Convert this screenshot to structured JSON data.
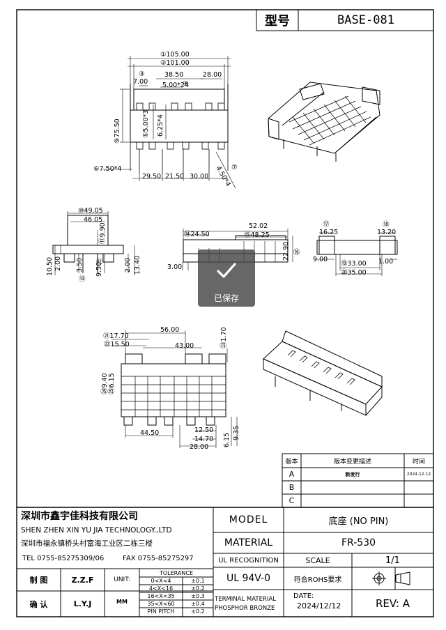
{
  "title_block": {
    "type_label": "型号",
    "model_no": "BASE-081",
    "company_cn": "深圳市鑫宇佳科技有限公司",
    "company_en": "SHEN ZHEN XIN YU JIA TECHNOLOGY.,LTD",
    "address": "深圳市福永镇桥头村富海工业区二栋三楼",
    "tel": "TEL 0755-85275309/06",
    "fax": "FAX 0755-85275297",
    "model_label": "MODEL",
    "model_value": "底座 (NO PIN)",
    "material_label": "MATERIAL",
    "material_value": "FR-530",
    "ul_label": "UL RECOGNITION",
    "ul_value": "UL 94V-0",
    "scale_label": "SCALE",
    "scale_value": "1/1",
    "rohs": "符合ROHS要求",
    "terminal_material": "TERMINAL MATERIAL",
    "terminal_value": "PHOSPHOR BRONZE",
    "date_label": "DATE:",
    "date_value": "2024/12/12",
    "rev": "REV: A",
    "draw_label": "制 图",
    "draw_name": "Z.Z.F",
    "confirm_label": "确 认",
    "confirm_name": "L.Y.J",
    "unit_label": "UNIT:",
    "unit_value": "MM",
    "tolerance_title": "TOLERANCE",
    "tolerance": [
      {
        "range": "0<X<4",
        "tol": "±0.1"
      },
      {
        "range": "4<X<16",
        "tol": "±0.2"
      },
      {
        "range": "16<X<35",
        "tol": "±0.3"
      },
      {
        "range": "35<X<60",
        "tol": "±0.4"
      },
      {
        "range": "PIN PITCH",
        "tol": "±0.2"
      }
    ]
  },
  "revision_table": {
    "headers": [
      "版本",
      "版本变更描述",
      "时间"
    ],
    "rows": [
      {
        "ver": "A",
        "desc": "新发行",
        "date": "2024.12.12"
      },
      {
        "ver": "B",
        "desc": "",
        "date": ""
      },
      {
        "ver": "C",
        "desc": "",
        "date": ""
      }
    ]
  },
  "dimensions": {
    "top_view": [
      "①105.00",
      "②101.00",
      "③",
      "38.50",
      "28.00",
      "7.00",
      "5.00*24",
      "④",
      "⑤5.00*3",
      "6.25*4",
      "⑨75.50",
      "⑥7.50*4",
      "29.50",
      "21.50",
      "30.00",
      "⑦",
      "4.50*4"
    ],
    "left_view": [
      "⑩49.05",
      "46.05",
      "⑪9.90",
      "10.50",
      "2.00",
      "3.50",
      "⑫",
      "9.50",
      "2.00",
      "13.40",
      "⑬"
    ],
    "front_view": [
      "⑭24.50",
      "52.02",
      "⑮48.25",
      "22.90",
      "⑯",
      "3.00"
    ],
    "side_view": [
      "⑰",
      "16.25",
      "⑱",
      "13.20",
      "9.00",
      "⑲33.00",
      "1.00",
      "⑳35.00"
    ],
    "bottom_view": [
      "㉑17.70",
      "㉒15.50",
      "56.00",
      "43.00",
      "㉓1.70",
      "㉔9.40",
      "㉕6.15",
      "44.50",
      "12.50",
      "14.70",
      "6.15",
      "9.35",
      "28.00"
    ]
  },
  "toast": {
    "label": "已保存"
  }
}
